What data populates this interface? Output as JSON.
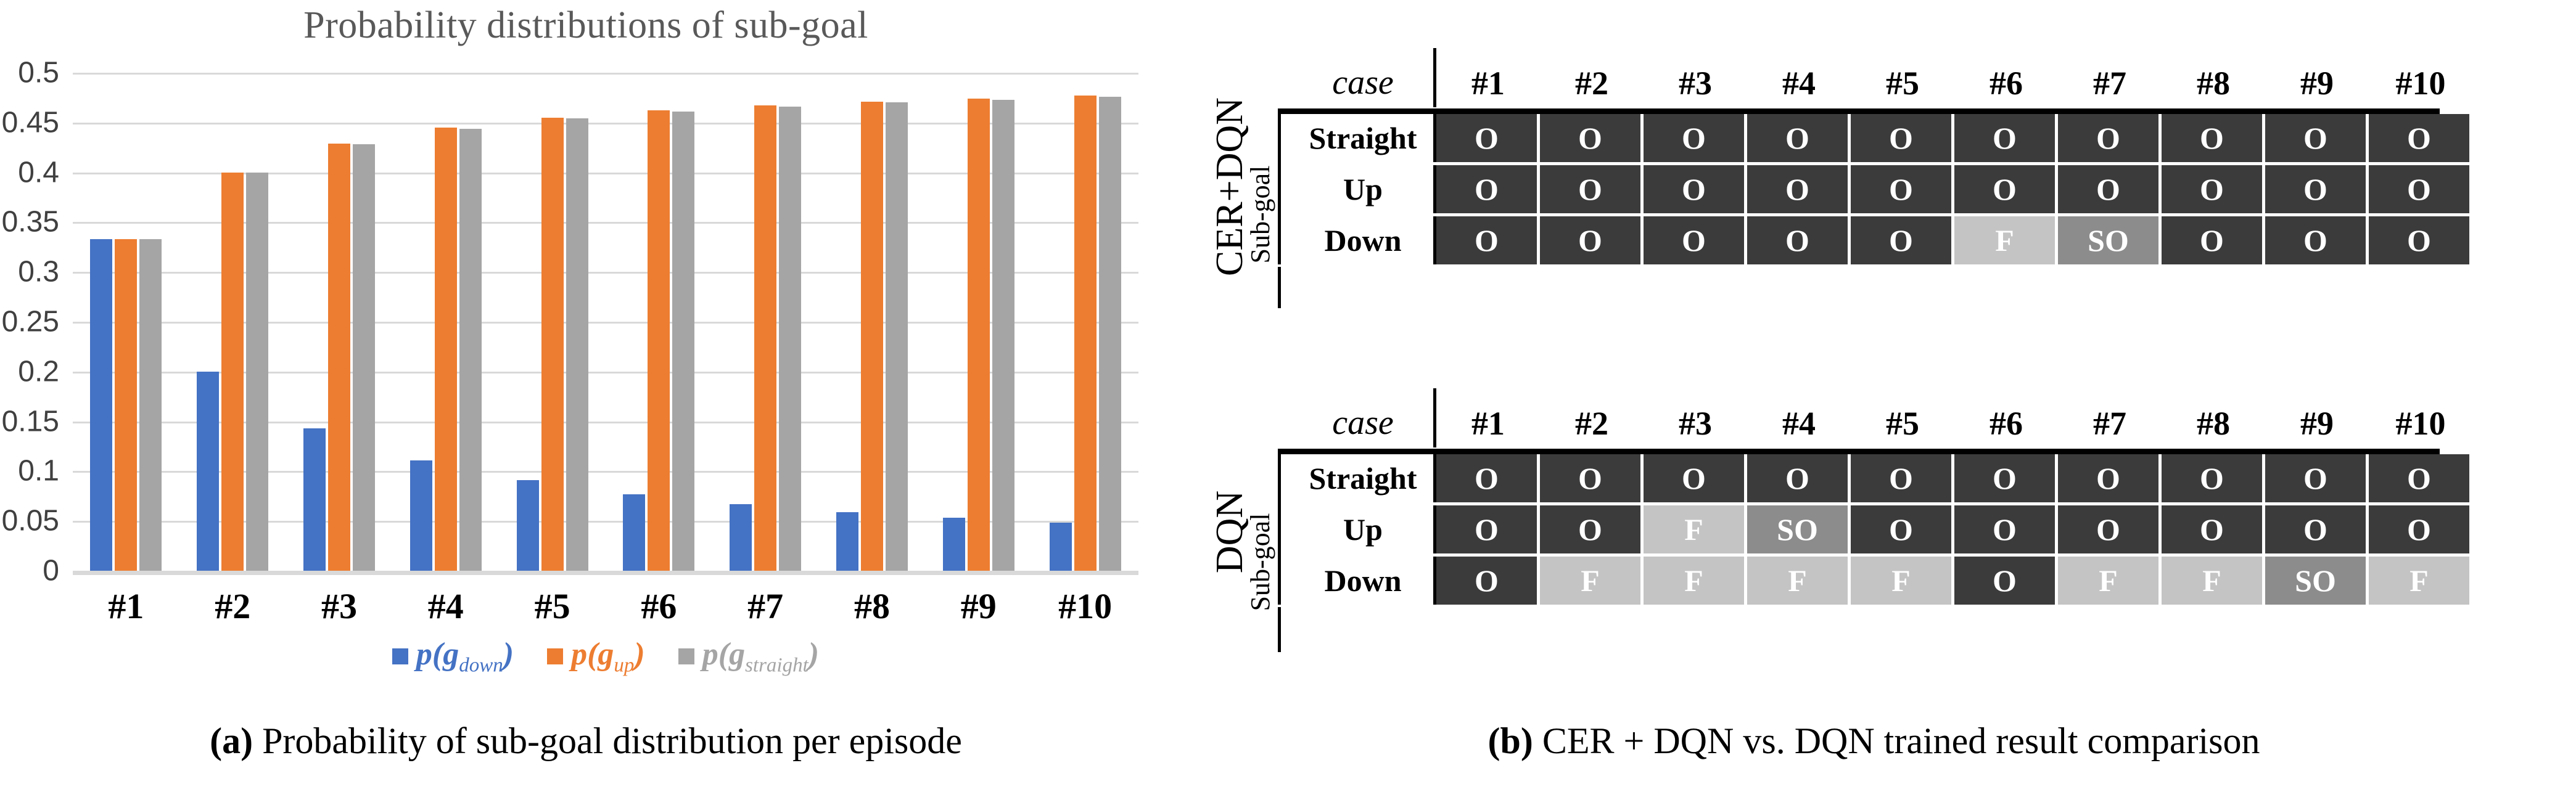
{
  "chart_data": {
    "type": "bar",
    "title": "Probability distributions of sub-goal",
    "xlabel": "",
    "ylabel": "",
    "ylim": [
      0,
      0.5
    ],
    "grid": true,
    "legend_position": "bottom",
    "categories": [
      "#1",
      "#2",
      "#3",
      "#4",
      "#5",
      "#6",
      "#7",
      "#8",
      "#9",
      "#10"
    ],
    "yticks": [
      "0.5",
      "0.45",
      "0.4",
      "0.35",
      "0.3",
      "0.25",
      "0.2",
      "0.15",
      "0.1",
      "0.05",
      "0"
    ],
    "ytick_values": [
      0.5,
      0.45,
      0.4,
      0.35,
      0.3,
      0.25,
      0.2,
      0.15,
      0.1,
      0.05,
      0
    ],
    "series": [
      {
        "name": "p(g_down)",
        "legend": "p(g",
        "sub": "down",
        "color": "#4472c4",
        "values": [
          0.333,
          0.2,
          0.143,
          0.111,
          0.091,
          0.077,
          0.067,
          0.059,
          0.053,
          0.048
        ]
      },
      {
        "name": "p(g_up)",
        "legend": "p(g",
        "sub": "up",
        "color": "#ed7d31",
        "values": [
          0.333,
          0.4,
          0.429,
          0.445,
          0.455,
          0.462,
          0.467,
          0.471,
          0.474,
          0.477
        ]
      },
      {
        "name": "p(g_straight)",
        "legend": "p(g",
        "sub": "straight",
        "color": "#a5a5a5",
        "values": [
          0.333,
          0.4,
          0.428,
          0.444,
          0.454,
          0.461,
          0.466,
          0.47,
          0.473,
          0.476
        ]
      }
    ]
  },
  "legend": {
    "down": {
      "p": "p",
      "open": "(",
      "g": "g",
      "sub": "down",
      "close": ")"
    },
    "up": {
      "p": "p",
      "open": "(",
      "g": "g",
      "sub": "up",
      "close": ")"
    },
    "straight": {
      "p": "p",
      "open": "(",
      "g": "g",
      "sub": "straight",
      "close": ")"
    }
  },
  "tables": {
    "case_header": "case",
    "subgoal_label": "Sub-goal",
    "columns": [
      "#1",
      "#2",
      "#3",
      "#4",
      "#5",
      "#6",
      "#7",
      "#8",
      "#9",
      "#10"
    ],
    "blocks": [
      {
        "model": "CER+DQN",
        "rows": [
          {
            "label": "Straight",
            "cells": [
              "O",
              "O",
              "O",
              "O",
              "O",
              "O",
              "O",
              "O",
              "O",
              "O"
            ]
          },
          {
            "label": "Up",
            "cells": [
              "O",
              "O",
              "O",
              "O",
              "O",
              "O",
              "O",
              "O",
              "O",
              "O"
            ]
          },
          {
            "label": "Down",
            "cells": [
              "O",
              "O",
              "O",
              "O",
              "O",
              "F",
              "SO",
              "O",
              "O",
              "O"
            ]
          }
        ]
      },
      {
        "model": "DQN",
        "rows": [
          {
            "label": "Straight",
            "cells": [
              "O",
              "O",
              "O",
              "O",
              "O",
              "O",
              "O",
              "O",
              "O",
              "O"
            ]
          },
          {
            "label": "Up",
            "cells": [
              "O",
              "O",
              "F",
              "SO",
              "O",
              "O",
              "O",
              "O",
              "O",
              "O"
            ]
          },
          {
            "label": "Down",
            "cells": [
              "O",
              "F",
              "F",
              "F",
              "F",
              "O",
              "F",
              "F",
              "SO",
              "F"
            ]
          }
        ]
      }
    ]
  },
  "captions": {
    "a_tag": "(a)",
    "a_text": " Probability of sub-goal distribution per episode",
    "b_tag": "(b)",
    "b_text": " CER + DQN vs. DQN trained result comparison"
  },
  "colors": {
    "down": "#4472c4",
    "up": "#ed7d31",
    "straight": "#a5a5a5",
    "cell_O": "#3b3b3b",
    "cell_F": "#c4c4c4",
    "cell_SO": "#8c8c8c",
    "title": "#595959",
    "grid": "#d9d9d9"
  }
}
